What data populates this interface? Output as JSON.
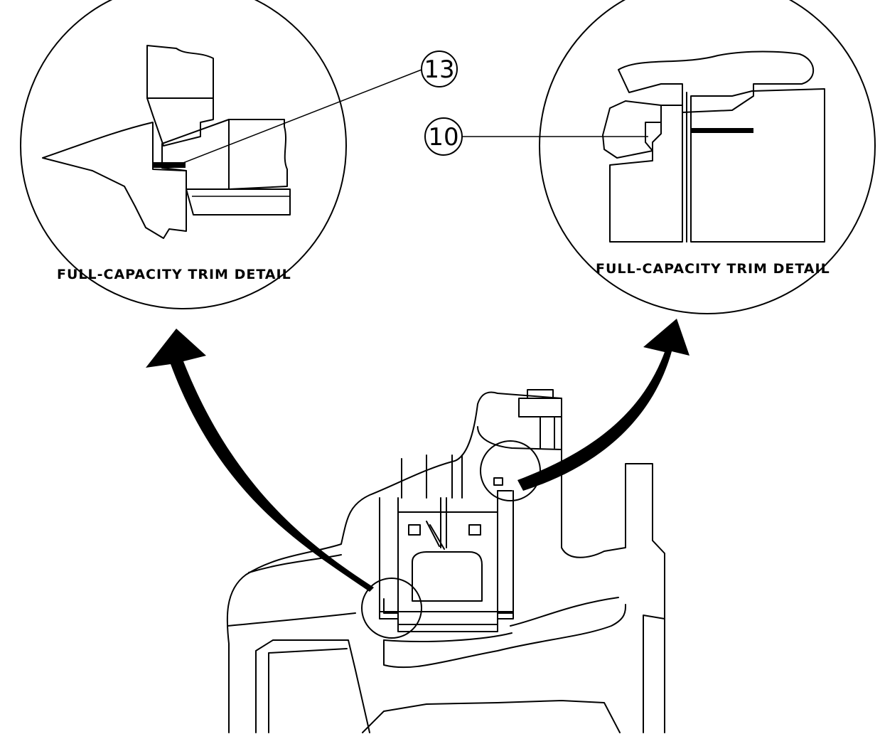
{
  "detail_left": {
    "label": "FULL-CAPACITY TRIM DETAIL",
    "callout": "13"
  },
  "detail_right": {
    "label": "FULL-CAPACITY TRIM DETAIL",
    "callout": "10"
  }
}
